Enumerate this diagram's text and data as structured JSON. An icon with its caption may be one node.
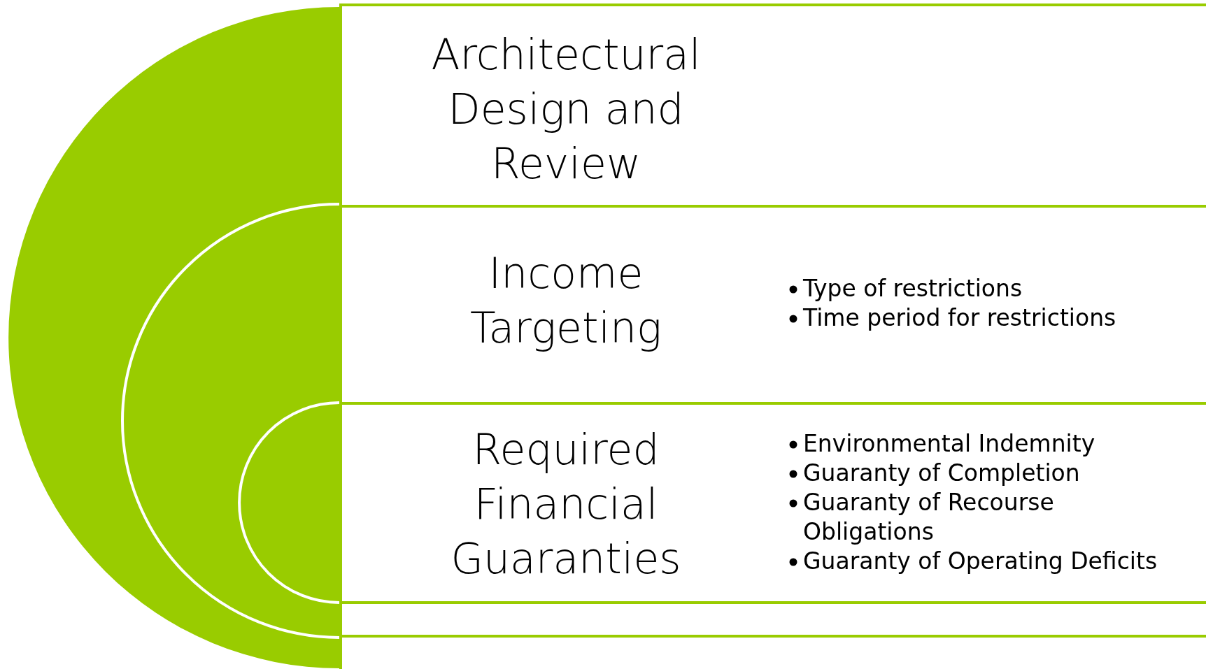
{
  "diagram": {
    "nodes": [
      {
        "text": [
          "Architectural Design and Review"
        ]
      },
      {
        "text": [
          "Income Targeting",
          "Type of restrictions",
          "Time period for restrictions"
        ]
      },
      {
        "text": [
          "Required Financial Guaranties",
          "Environmental Indemnity",
          "Guaranty of Completion",
          "Guaranty of Recourse Obligations",
          "Guaranty of Operating Deficits"
        ]
      }
    ]
  }
}
